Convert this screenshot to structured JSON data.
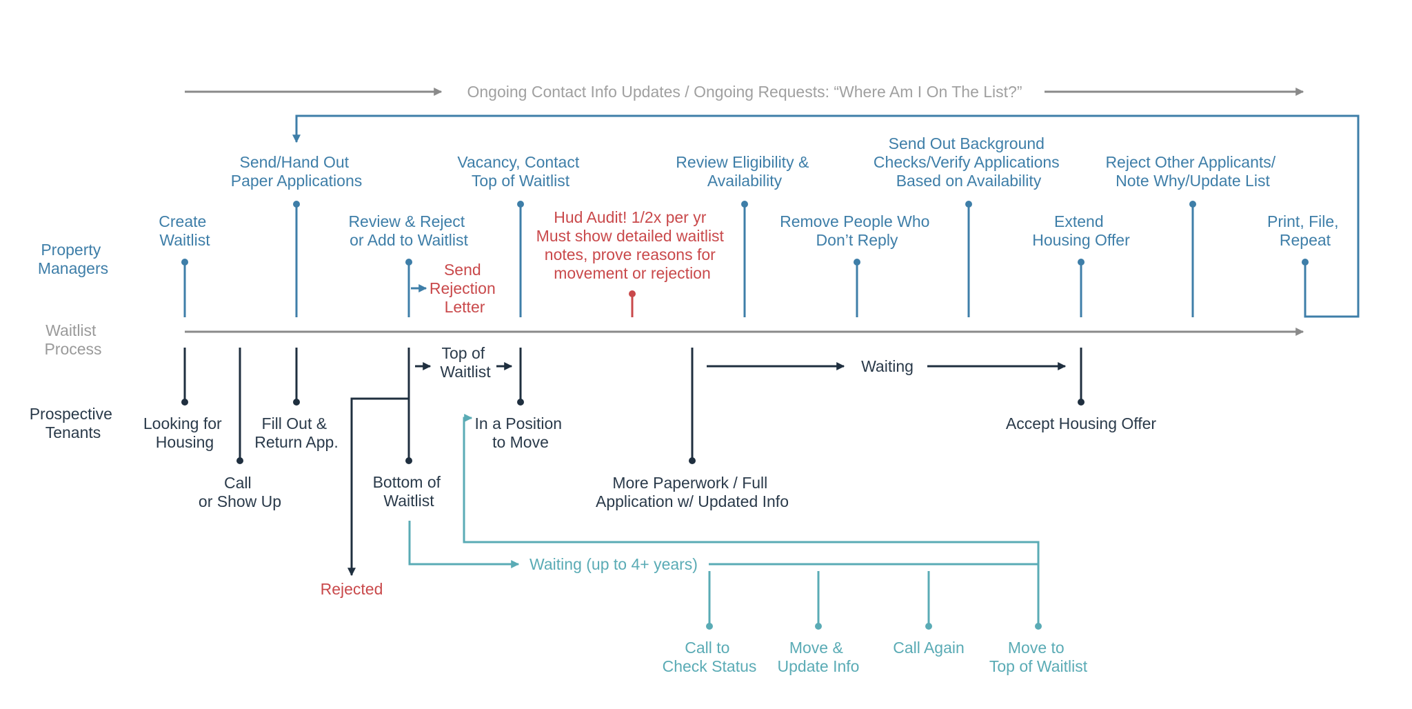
{
  "lanes": {
    "property_managers": [
      "Property",
      "Managers"
    ],
    "waitlist_process": [
      "Waitlist",
      "Process"
    ],
    "prospective_tenants": [
      "Prospective",
      "Tenants"
    ]
  },
  "ongoing_banner": "Ongoing Contact Info Updates / Ongoing Requests: “Where Am I On The List?”",
  "manager_steps": {
    "create_waitlist": [
      "Create",
      "Waitlist"
    ],
    "send_applications": [
      "Send/Hand Out",
      "Paper Applications"
    ],
    "review_reject": [
      "Review & Reject",
      "or Add to Waitlist"
    ],
    "vacancy_contact": [
      "Vacancy, Contact",
      "Top of Waitlist"
    ],
    "review_eligibility": [
      "Review Eligibility &",
      "Availability"
    ],
    "remove_people": [
      "Remove People Who",
      "Don’t Reply"
    ],
    "background_checks": [
      "Send Out Background",
      "Checks/Verify Applications",
      "Based on Availability"
    ],
    "extend_offer": [
      "Extend",
      "Housing Offer"
    ],
    "reject_others": [
      "Reject Other Applicants/",
      "Note Why/Update List"
    ],
    "print_file": [
      "Print, File,",
      "Repeat"
    ]
  },
  "red_notes": {
    "send_rejection": [
      "Send",
      "Rejection",
      "Letter"
    ],
    "hud_audit": [
      "Hud Audit! 1/2x per yr",
      "Must show detailed waitlist",
      "notes, prove reasons for",
      "movement or rejection"
    ],
    "rejected": "Rejected"
  },
  "tenant_steps": {
    "looking": [
      "Looking for",
      "Housing"
    ],
    "call_show": [
      "Call",
      "or Show Up"
    ],
    "fill_out": [
      "Fill Out &",
      "Return App."
    ],
    "top_waitlist": [
      "Top of",
      "Waitlist"
    ],
    "bottom_waitlist": [
      "Bottom of",
      "Waitlist"
    ],
    "in_position": [
      "In a Position",
      "to Move"
    ],
    "paperwork": [
      "More Paperwork / Full",
      "Application w/ Updated Info"
    ],
    "waiting": "Waiting",
    "accept_offer": "Accept Housing Offer"
  },
  "waiting_loop": {
    "label": "Waiting (up to 4+ years)",
    "call_status": [
      "Call to",
      "Check Status"
    ],
    "move_update": [
      "Move &",
      "Update Info"
    ],
    "call_again": "Call Again",
    "move_top": [
      "Move to",
      "Top of Waitlist"
    ]
  },
  "colors": {
    "manager_blue": "#3e7ea8",
    "process_gray": "#8a8a8a",
    "tenant_navy": "#1f2f3f",
    "alert_red": "#c9494b",
    "waiting_teal": "#5aabb5"
  }
}
